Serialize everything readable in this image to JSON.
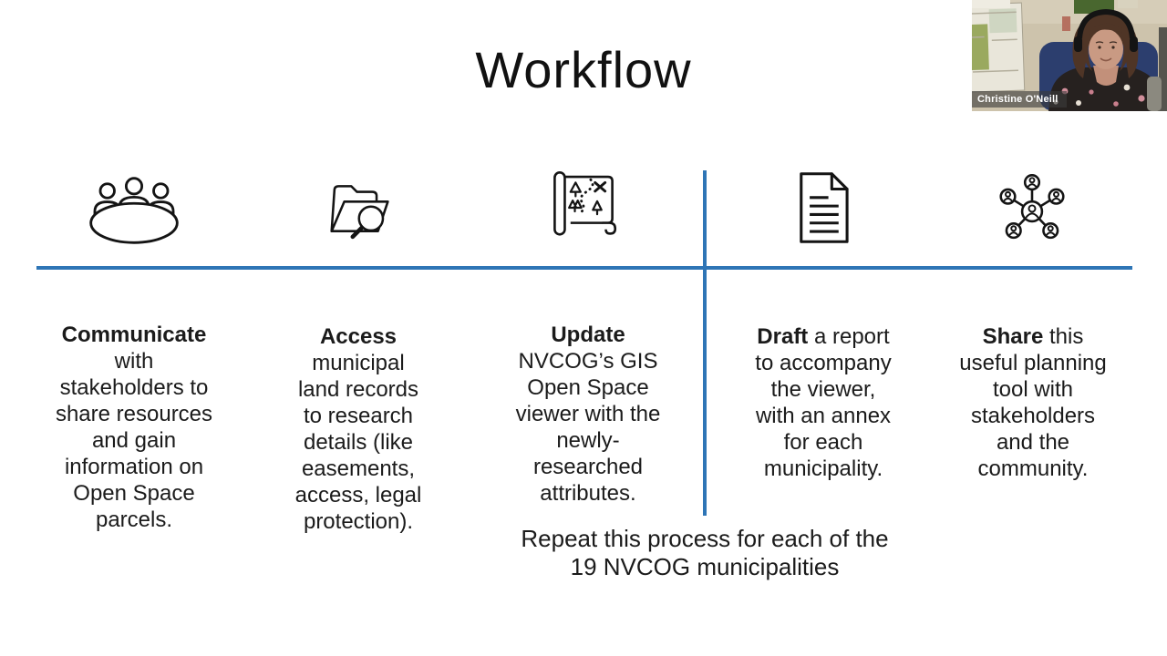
{
  "slide": {
    "title": "Workflow",
    "footer": "Repeat this process for each of the\n19 NVCOG municipalities"
  },
  "columns": [
    {
      "icon": "meeting-table-icon",
      "bold": "Communicate",
      "body": "\nwith\nstakeholders to\nshare resources\nand gain\ninformation on\nOpen Space\nparcels."
    },
    {
      "icon": "folder-search-icon",
      "bold": "Access",
      "body": "\nmunicipal\nland records\nto research\ndetails (like\neasements,\naccess, legal\nprotection)."
    },
    {
      "icon": "map-scroll-icon",
      "bold": "Update",
      "body": "\nNVCOG’s GIS\nOpen Space\nviewer with the\nnewly-\nresearched\nattributes."
    },
    {
      "icon": "document-icon",
      "bold": "Draft",
      "body": " a report\nto accompany\nthe viewer,\nwith an annex\nfor each\nmunicipality."
    },
    {
      "icon": "share-network-icon",
      "bold": "Share",
      "body": " this\nuseful planning\ntool with\nstakeholders\nand the\ncommunity."
    }
  ],
  "colors": {
    "divider": "#2e75b6",
    "text": "#1b1b1b"
  },
  "webcam": {
    "name": "Christine O'Neill"
  }
}
